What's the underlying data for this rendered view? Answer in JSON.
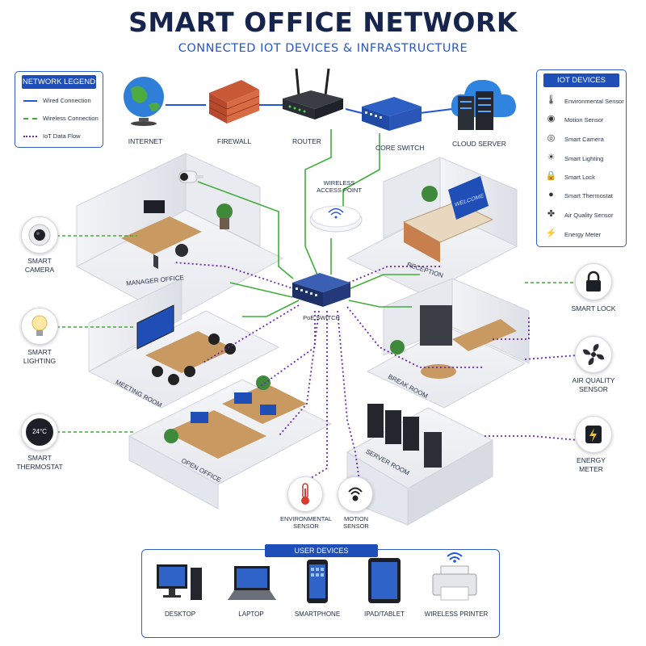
{
  "title": "SMART OFFICE NETWORK",
  "subtitle": "CONNECTED IOT DEVICES & INFRASTRUCTURE",
  "legend": {
    "title": "NETWORK LEGEND",
    "items": [
      {
        "label": "Wired Connection",
        "color": "#2255d8",
        "style": "solid"
      },
      {
        "label": "Wireless Connection",
        "color": "#3fae3a",
        "style": "dashed"
      },
      {
        "label": "IoT Data Flow",
        "color": "#6a2bb0",
        "style": "dotted"
      }
    ]
  },
  "iot_devices": {
    "title": "IOT DEVICES",
    "items": [
      {
        "label": "Environmental Sensor",
        "icon": "thermometer-icon"
      },
      {
        "label": "Motion Sensor",
        "icon": "motion-icon"
      },
      {
        "label": "Smart Camera",
        "icon": "camera-icon"
      },
      {
        "label": "Smart Lighting",
        "icon": "bulb-icon"
      },
      {
        "label": "Smart Lock",
        "icon": "lock-icon"
      },
      {
        "label": "Smart Thermostat",
        "icon": "thermostat-icon"
      },
      {
        "label": "Air Quality Sensor",
        "icon": "fan-icon"
      },
      {
        "label": "Energy Meter",
        "icon": "energy-icon"
      }
    ]
  },
  "top_nodes": {
    "internet": "INTERNET",
    "firewall": "FIREWALL",
    "router": "ROUTER",
    "core_switch": "CORE SWITCH",
    "cloud_server": "CLOUD SERVER"
  },
  "center": {
    "access_point": "WIRELESS\nACCESS POINT",
    "poe_switch": "PoE SWITCH",
    "welcome_sign": "WELCOME",
    "thermostat_reading": "24°C"
  },
  "rooms": {
    "manager": "MANAGER OFFICE",
    "reception": "RECEPTION",
    "meeting": "MEETING ROOM",
    "break": "BREAK ROOM",
    "open": "OPEN OFFICE",
    "server": "SERVER ROOM"
  },
  "side_devices": {
    "camera": "SMART\nCAMERA",
    "lighting": "SMART\nLIGHTING",
    "thermostat": "SMART\nTHERMOSTAT",
    "lock": "SMART LOCK",
    "air": "AIR QUALITY\nSENSOR",
    "energy": "ENERGY\nMETER",
    "env_sensor": "ENVIRONMENTAL\nSENSOR",
    "motion_sensor": "MOTION\nSENSOR"
  },
  "user_devices": {
    "title": "USER DEVICES",
    "items": [
      "DESKTOP",
      "LAPTOP",
      "SMARTPHONE",
      "IPAD/TABLET",
      "WIRELESS PRINTER"
    ]
  },
  "colors": {
    "wired": "#2255d8",
    "wireless": "#3fae3a",
    "iot": "#6a2bb0",
    "accent": "#1e4fb8",
    "title": "#16254d"
  }
}
